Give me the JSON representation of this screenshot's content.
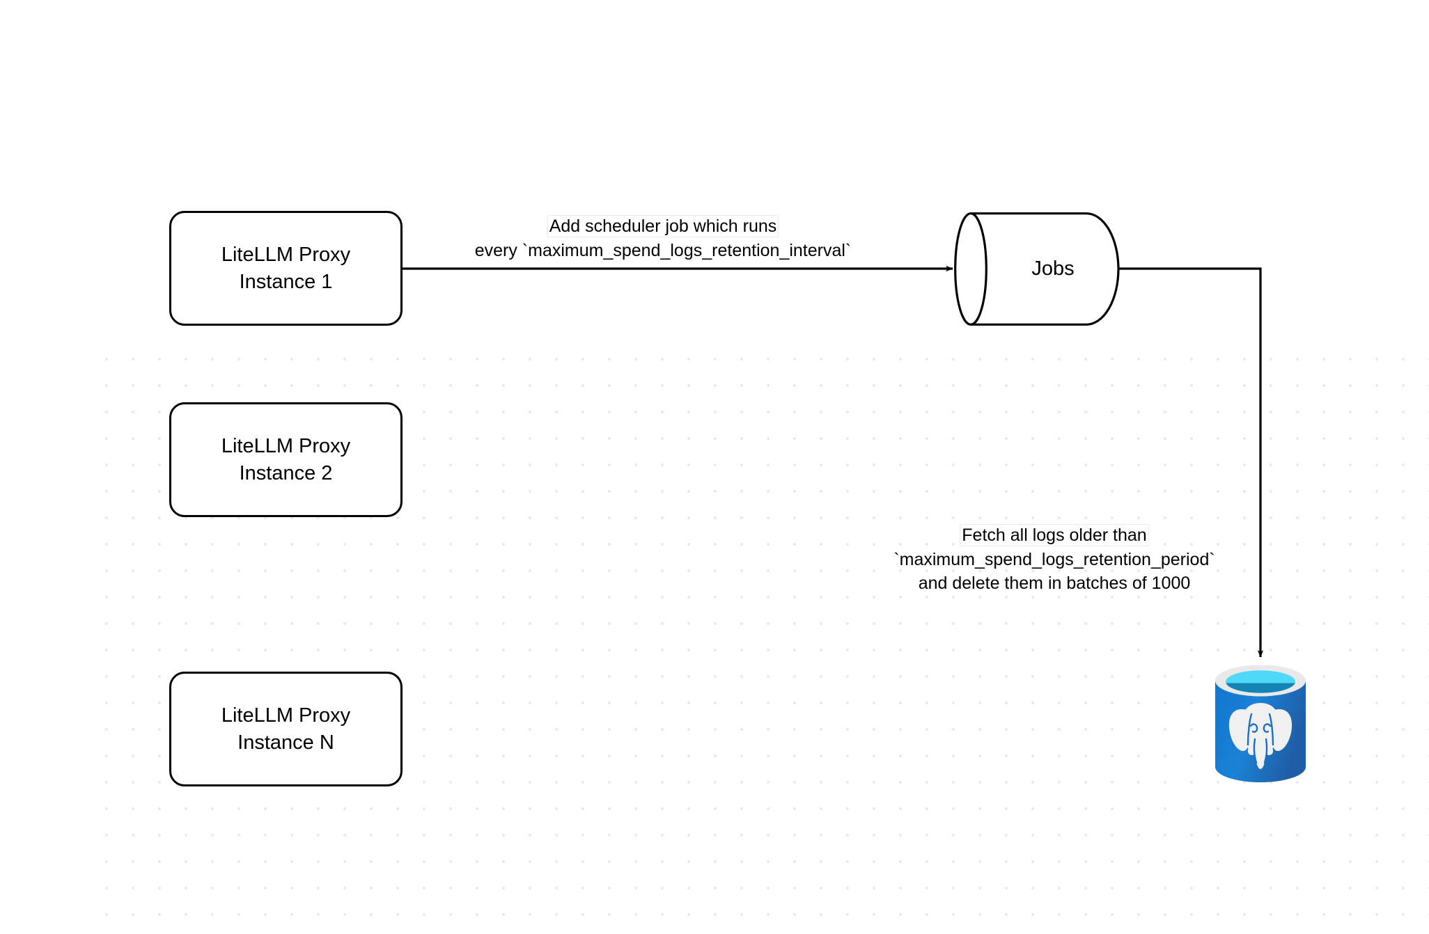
{
  "diagram": {
    "title": "LiteLLM spend-logs retention scheduler flow",
    "background": "#ffffff",
    "grid_dot_color": "#e9e9e9",
    "stroke_color": "#000000",
    "nodes": {
      "proxy_instances": [
        {
          "id": "proxy-1",
          "line1": "LiteLLM Proxy",
          "line2": "Instance 1"
        },
        {
          "id": "proxy-2",
          "line1": "LiteLLM Proxy",
          "line2": "Instance 2"
        },
        {
          "id": "proxy-3",
          "line1": "LiteLLM Proxy",
          "line2": "Instance N"
        }
      ],
      "jobs": {
        "label": "Jobs",
        "shape": "cylinder"
      },
      "database": {
        "icon": "postgresql-elephant-icon",
        "shape": "database-cylinder",
        "colors": {
          "body_light": "#1b82d6",
          "body_dark": "#1d5fa8",
          "rim": "#e9e9e9",
          "liquid_ring": "#4fd8f7",
          "liquid_inner": "#1484b5",
          "elephant": "#f0f0f0"
        }
      }
    },
    "edges": [
      {
        "id": "edge-scheduler",
        "from": "proxy-1",
        "to": "jobs",
        "arrowhead": "filled-triangle",
        "label_lines": [
          "Add scheduler job which runs",
          "every `maximum_spend_logs_retention_interval`"
        ]
      },
      {
        "id": "edge-fetch",
        "from": "jobs",
        "to": "database",
        "arrowhead": "filled-triangle",
        "label_lines": [
          "Fetch all logs older than",
          "`maximum_spend_logs_retention_period`",
          "and delete them in batches of 1000"
        ]
      }
    ]
  }
}
